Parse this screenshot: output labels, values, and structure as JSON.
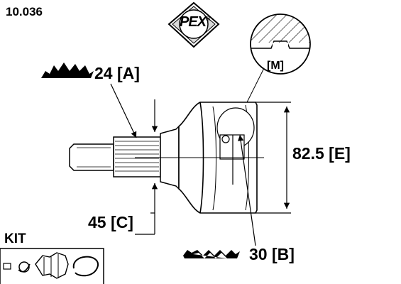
{
  "part_number": "10.036",
  "brand": "PEX",
  "brand_mark": "®",
  "detail_label": "[M]",
  "dimensions": {
    "outer_splines": "24 [A]",
    "inner_splines": "30 [B]",
    "length": "45 [C]",
    "outer_diameter": "82.5 [E]"
  },
  "kit_label": "KIT",
  "colors": {
    "ink": "#000000",
    "paper": "#ffffff"
  }
}
